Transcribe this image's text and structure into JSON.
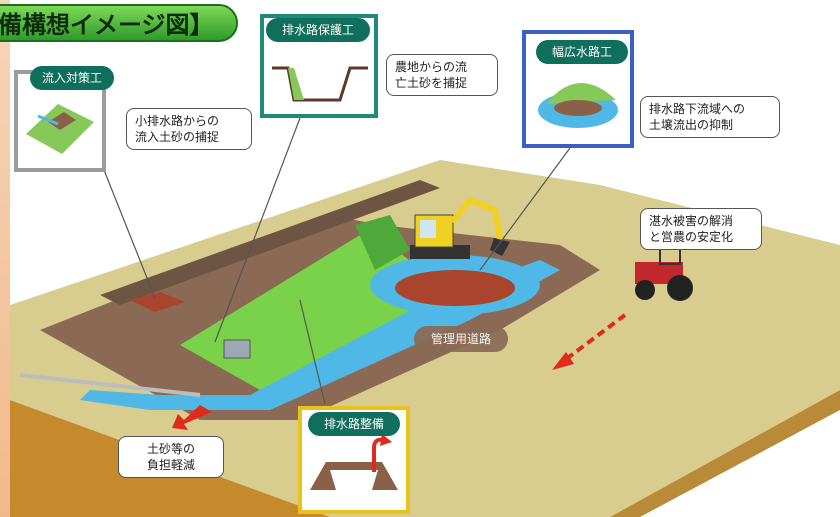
{
  "title": "備構想イメージ図】",
  "labels": {
    "inflow": "流入対策工",
    "channel_protection": "排水路保護工",
    "wide_channel": "幅広水路工",
    "drain_improvement": "排水路整備",
    "road": "管理用道路"
  },
  "notes": {
    "small_drain": [
      "小排水路からの",
      "流入土砂の捕捉"
    ],
    "farmland_soil": [
      "農地からの流",
      "亡土砂を捕捉"
    ],
    "downstream": [
      "排水路下流域への",
      "土壌流出の抑制"
    ],
    "flood": [
      "湛水被害の解消",
      "と営農の安定化"
    ],
    "sediment": [
      "土砂等の",
      "負担軽減"
    ]
  },
  "colors": {
    "title_bg": "#4cc43f",
    "pill_bg": "#106e5c",
    "frame_gray": "#9c9c9c",
    "frame_teal": "#1f8a7a",
    "frame_blue": "#3b5fc4",
    "frame_yellow": "#e8c21d",
    "water": "#4fb8e6",
    "grass": "#79d24a",
    "soil": "#8b6048",
    "field": "#d8cd8e",
    "arrow_red": "#e02a1c"
  }
}
